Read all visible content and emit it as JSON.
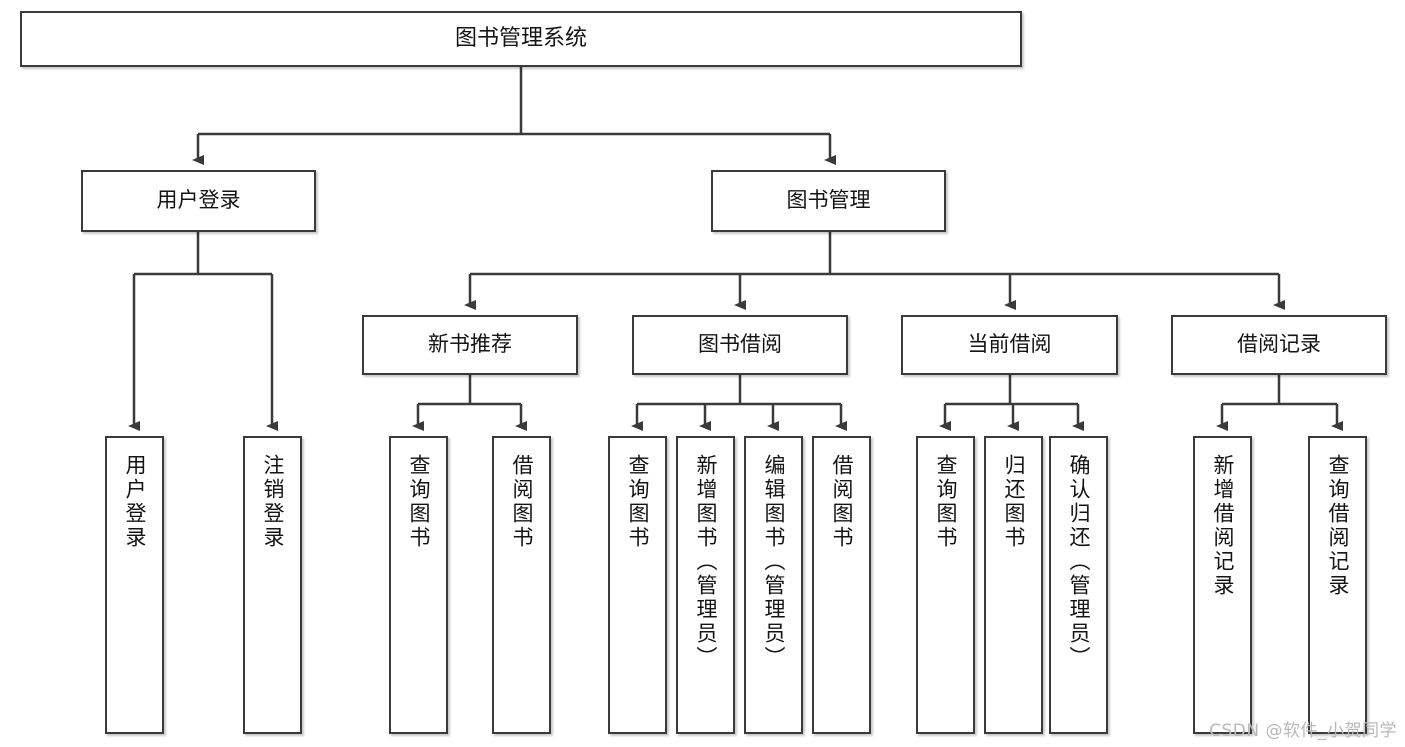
{
  "diagram": {
    "title": "图书管理系统",
    "type": "tree-hierarchy-diagram",
    "watermark": "CSDN @软件_小贺同学",
    "colors": {
      "box_border": "#3a3a3a",
      "box_fill": "#ffffff",
      "edge": "#3a3a3a",
      "text": "#141414",
      "watermark": "#b9b9b9"
    },
    "nodes": {
      "root": {
        "label": "图书管理系统"
      },
      "level2": [
        {
          "id": "user-login",
          "label": "用户登录"
        },
        {
          "id": "book-management",
          "label": "图书管理"
        }
      ],
      "level3": [
        {
          "id": "new-book-recommend",
          "label": "新书推荐"
        },
        {
          "id": "book-borrow",
          "label": "图书借阅"
        },
        {
          "id": "current-borrow",
          "label": "当前借阅"
        },
        {
          "id": "borrow-record",
          "label": "借阅记录"
        }
      ],
      "leaves": {
        "user_login": [
          {
            "id": "leaf-user-login",
            "label": "用户登录"
          },
          {
            "id": "leaf-logout-login",
            "label": "注销登录"
          }
        ],
        "new_book_recommend": [
          {
            "id": "leaf-query-book-1",
            "label": "查询图书"
          },
          {
            "id": "leaf-borrow-book-1",
            "label": "借阅图书"
          }
        ],
        "book_borrow": [
          {
            "id": "leaf-query-book-2",
            "label": "查询图书"
          },
          {
            "id": "leaf-add-book",
            "label": "新增图书（管理员）"
          },
          {
            "id": "leaf-edit-book",
            "label": "编辑图书（管理员）"
          },
          {
            "id": "leaf-borrow-book-2",
            "label": "借阅图书"
          }
        ],
        "current_borrow": [
          {
            "id": "leaf-query-book-3",
            "label": "查询图书"
          },
          {
            "id": "leaf-return-book",
            "label": "归还图书"
          },
          {
            "id": "leaf-confirm-return",
            "label": "确认归还（管理员）"
          }
        ],
        "borrow_record": [
          {
            "id": "leaf-add-record",
            "label": "新增借阅记录"
          },
          {
            "id": "leaf-query-record",
            "label": "查询借阅记录"
          }
        ]
      }
    }
  }
}
